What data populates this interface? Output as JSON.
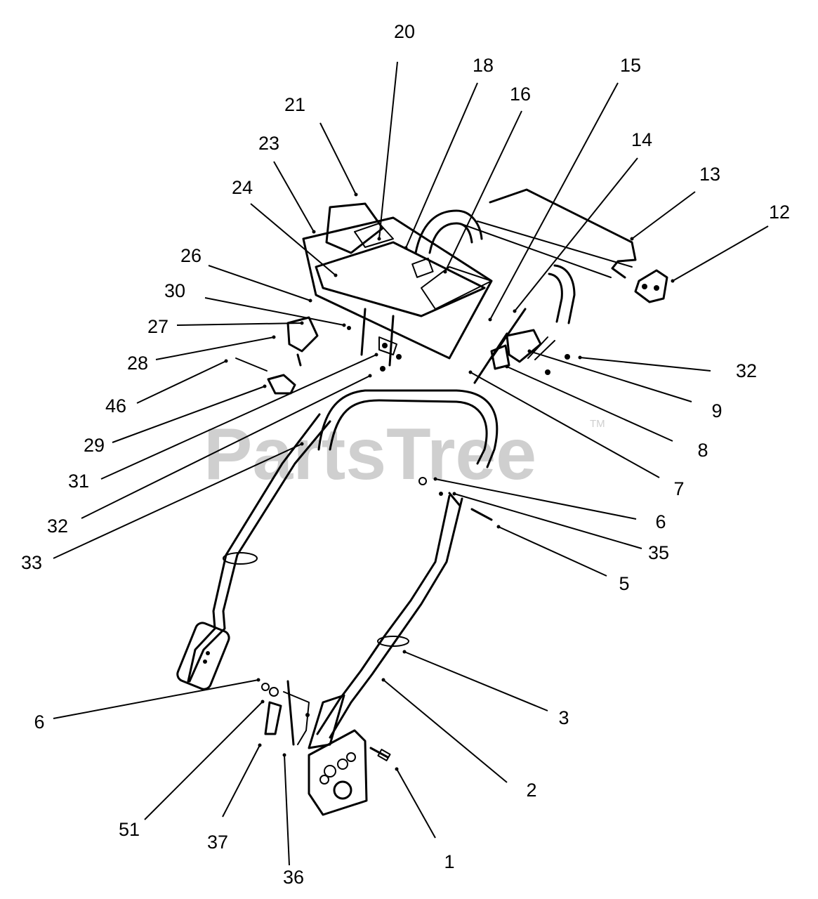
{
  "watermark": {
    "text": "PartsTree",
    "trademark": "TM"
  },
  "labels": {
    "l20": "20",
    "l18": "18",
    "l16": "16",
    "l15": "15",
    "l21": "21",
    "l14": "14",
    "l13": "13",
    "l12": "12",
    "l23": "23",
    "l24": "24",
    "l26": "26",
    "l30": "30",
    "l27": "27",
    "l28": "28",
    "l46": "46",
    "l29": "29",
    "l31": "31",
    "l32a": "32",
    "l33": "33",
    "l32b": "32",
    "l9": "9",
    "l8": "8",
    "l7": "7",
    "l6a": "6",
    "l35": "35",
    "l5": "5",
    "l6b": "6",
    "l3": "3",
    "l2": "2",
    "l51": "51",
    "l37": "37",
    "l36": "36",
    "l1": "1"
  }
}
